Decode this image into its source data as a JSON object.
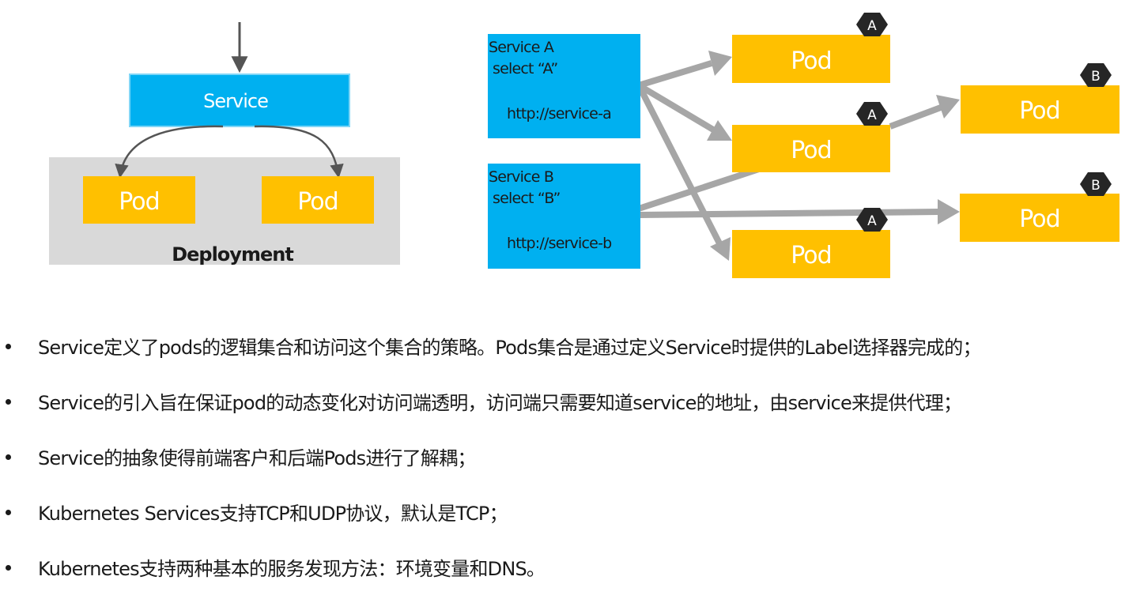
{
  "colors": {
    "service_blue": "#00b0f0",
    "pod_yellow": "#ffc000",
    "deployment_gray": "#d9d9d9",
    "arrow_gray": "#a6a6a6",
    "badge_dark": "#262626"
  },
  "left_diagram": {
    "service_label": "Service",
    "pod_labels": [
      "Pod",
      "Pod"
    ],
    "deployment_label": "Deployment"
  },
  "right_diagram": {
    "service_a": {
      "title": "Service A",
      "selector": "select “A”",
      "url": "http://service-a"
    },
    "service_b": {
      "title": "Service B",
      "selector": "select “B”",
      "url": "http://service-b"
    },
    "pods": [
      {
        "label": "Pod",
        "badge": "A"
      },
      {
        "label": "Pod",
        "badge": "A"
      },
      {
        "label": "Pod",
        "badge": "A"
      },
      {
        "label": "Pod",
        "badge": "B"
      },
      {
        "label": "Pod",
        "badge": "B"
      }
    ]
  },
  "bullets": [
    "Service定义了pods的逻辑集合和访问这个集合的策略。Pods集合是通过定义Service时提供的Label选择器完成的；",
    "Service的引入旨在保证pod的动态变化对访问端透明，访问端只需要知道service的地址，由service来提供代理；",
    "Service的抽象使得前端客户和后端Pods进行了解耦；",
    "Kubernetes Services支持TCP和UDP协议，默认是TCP；",
    "Kubernetes支持两种基本的服务发现方法：环境变量和DNS。"
  ]
}
